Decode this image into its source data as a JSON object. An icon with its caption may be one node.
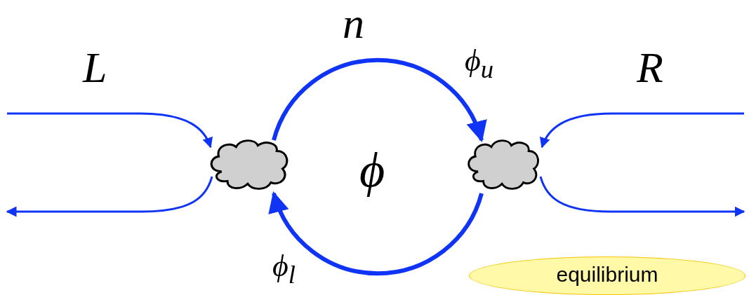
{
  "diagram": {
    "nodes": [
      {
        "text": [],
        "shape": "cloud"
      },
      {
        "text": [],
        "shape": "cloud"
      },
      {
        "text": [
          "equilibrium"
        ]
      }
    ],
    "edges": [
      {
        "from": null,
        "to": 0,
        "arrow": "to"
      },
      {
        "from": 0,
        "to": null,
        "arrow": "to"
      },
      {
        "from": 0,
        "to": 1,
        "arrow": "to",
        "style": "thick"
      },
      {
        "from": 1,
        "to": 0,
        "arrow": "to",
        "style": "thick"
      },
      {
        "from": null,
        "to": 1,
        "arrow": "to"
      },
      {
        "from": 1,
        "to": null,
        "arrow": "to"
      }
    ],
    "labels": [
      "n",
      "L",
      "ϕ$_{u}$",
      "R",
      "ϕ",
      "ϕ$_{l}$"
    ]
  }
}
